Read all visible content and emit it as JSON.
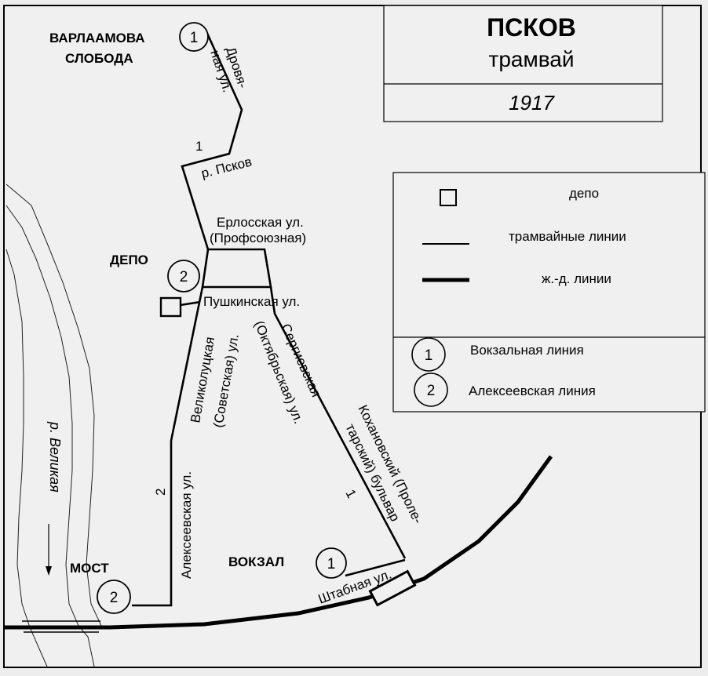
{
  "title": {
    "city": "ПСКОВ",
    "subtitle": "трамвай",
    "year": "1917"
  },
  "legend": {
    "depot": "депо",
    "tram_lines": "трамвайные линии",
    "rail_lines": "ж.-д. линии",
    "line1_num": "1",
    "line1_name": "Вокзальная линия",
    "line2_num": "2",
    "line2_name": "Алексеевская линия"
  },
  "places": {
    "varlaamova_1": "ВАРЛААМОВА",
    "varlaamova_2": "СЛОБОДА",
    "depo": "ДЕПО",
    "most": "МОСТ",
    "vokzal": "ВОКЗАЛ"
  },
  "streets": {
    "drovyanaya_1": "Дровя-",
    "drovyanaya_2": "ная ул.",
    "r_pskov": "р. Псков",
    "erlosskaya": "Ерлосская ул.",
    "profsoyuznaya": "(Профсоюзная)",
    "pushkinskaya": "Пушкинская ул.",
    "velikolutskaya": "Великолуцкая",
    "sovetskaya": "(Советская) ул.",
    "alekseevskaya": "Алексеевская ул.",
    "sergievskaya": "Сергиевская",
    "oktyabrskaya": "(Октябрьская) ул.",
    "kokhanovsky_1": "Кохановский (Проле-",
    "kokhanovsky_2": "тарский) бульвар",
    "shtabnaya": "Штабная ул.",
    "r_velikaya": "р. Великая"
  },
  "route_labels": {
    "line1_a": "1",
    "line1_b": "1",
    "line2": "2"
  },
  "markers": {
    "varlaamova": "1",
    "depo": "2",
    "most": "2",
    "vokzal": "1"
  }
}
